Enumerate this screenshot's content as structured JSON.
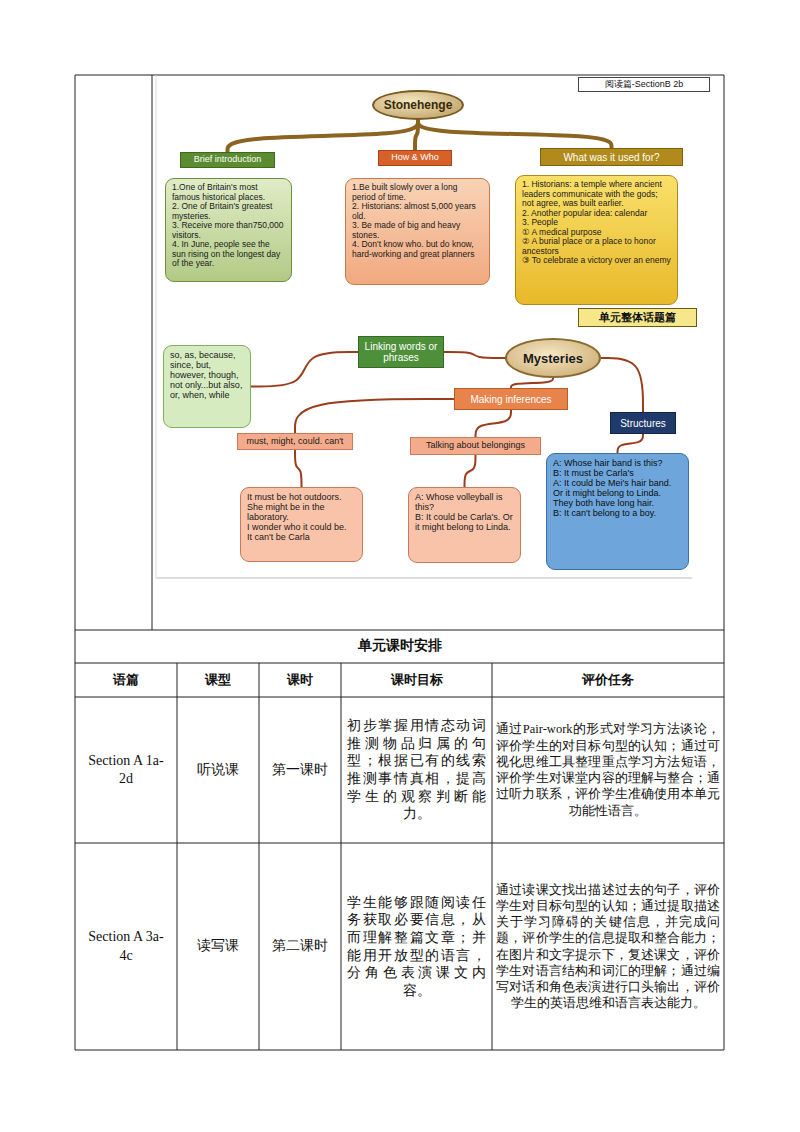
{
  "diagram": {
    "nodes": [
      {
        "text": [
          "阅读篇-SectionB 2b"
        ]
      },
      {
        "text": [
          "Stonehenge"
        ]
      },
      {
        "text": [
          "Brief introduction"
        ]
      },
      {
        "text": [
          "How & Who"
        ]
      },
      {
        "text": [
          "What was it used for?"
        ]
      },
      {
        "text": [
          "1.One of Britain's most famous historical places.",
          "2. One of Britain's greatest mysteries.",
          "3. Receive more than750,000 visitors.",
          "4. In June, people see the sun rising on the longest day of the year."
        ]
      },
      {
        "text": [
          "1.Be built slowly over a long period of time.",
          "2. Historians: almost 5,000 years old.",
          "3. Be made of big and heavy stones.",
          "4. Don't know who. but do know, hard-working and great planners"
        ]
      },
      {
        "text": [
          "1. Historians: a temple where ancient leaders communicate with the gods; not agree, was built earlier.",
          "2. Another popular idea: calendar",
          "3. People",
          "① A medical purpose",
          "② A burial place or a place to honor ancestors",
          "③ To celebrate a victory over an enemy"
        ]
      },
      {
        "text": [
          "单元整体话题篇"
        ]
      },
      {
        "text": [
          "Linking words or phrases"
        ]
      },
      {
        "text": [
          "Mysteries"
        ]
      },
      {
        "text": [
          "so, as, because, since, but, however, though, not only...but also, or, when, while"
        ]
      },
      {
        "text": [
          "Making inferences"
        ]
      },
      {
        "text": [
          "Structures"
        ]
      },
      {
        "text": [
          "must, might, could. can't"
        ]
      },
      {
        "text": [
          "Talking about belongings"
        ]
      },
      {
        "text": [
          "It must be hot outdoors.",
          "She might be in the laboratory.",
          "I wonder who it could be.",
          "It can't be Carla"
        ]
      },
      {
        "text": [
          "A: Whose volleyball is this?",
          "B: It could be Carla's. Or it might belong to Linda."
        ]
      },
      {
        "text": [
          "A: Whose hair band is this?",
          "B: It must be Carla's",
          "A: It could be Mei's hair band. Or it might belong to Linda. They both have long hair.",
          "B: It can't belong to a boy."
        ]
      }
    ],
    "edges": [
      {
        "from": 1,
        "to": 2,
        "arrow": "none"
      },
      {
        "from": 1,
        "to": 3,
        "arrow": "none"
      },
      {
        "from": 1,
        "to": 4,
        "arrow": "none"
      },
      {
        "from": 10,
        "to": 9,
        "arrow": "none"
      },
      {
        "from": 9,
        "to": 11,
        "arrow": "none"
      },
      {
        "from": 10,
        "to": 12,
        "arrow": "none"
      },
      {
        "from": 10,
        "to": 13,
        "arrow": "none"
      },
      {
        "from": 12,
        "to": 14,
        "arrow": "none"
      },
      {
        "from": 12,
        "to": 15,
        "arrow": "none"
      },
      {
        "from": 14,
        "to": 16,
        "arrow": "none"
      },
      {
        "from": 15,
        "to": 17,
        "arrow": "none"
      },
      {
        "from": 13,
        "to": 18,
        "arrow": "none"
      }
    ],
    "labels": [
      "单元课时安排",
      "语篇",
      "课型",
      "课时",
      "课时目标",
      "评价任务",
      "Section A 1a-2d",
      "听说课",
      "第一课时",
      "初步掌握用情态动词推测物品归属的句型；根据已有的线索推测事情真相，提高学生的观察判断能力。",
      "通过Pair-work的形式对学习方法谈论，评价学生的对目标句型的认知；通过可视化思维工具整理重点学习方法短语，评价学生对课堂内容的理解与整合；通过听力联系，评价学生准确使用本单元功能性语言。",
      "Section A 3a-4c",
      "读写课",
      "第二课时",
      "学生能够跟随阅读任务获取必要信息，从而理解整篇文章；并能用开放型的语言，分角色表演课文内容。",
      "通过读课文找出描述过去的句子，评价学生对目标句型的认知；通过提取描述关于学习障碍的关键信息，并完成问题，评价学生的信息提取和整合能力；在图片和文字提示下，复述课文，评价学生对语言结构和词汇的理解；通过编写对话和角色表演进行口头输出，评价学生的英语思维和语言表达能力。"
    ]
  }
}
